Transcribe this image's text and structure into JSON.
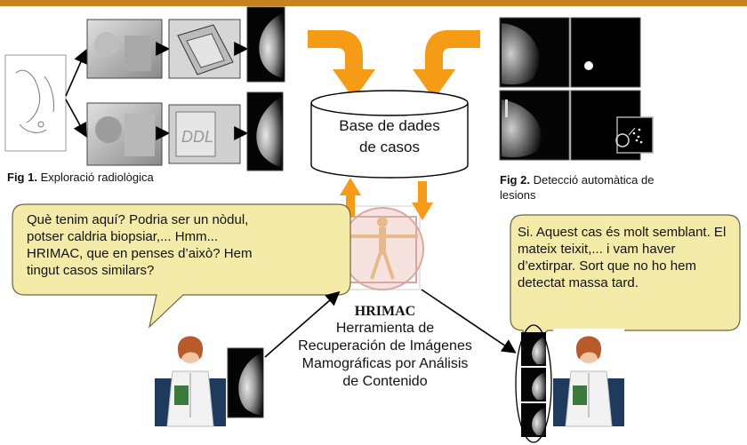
{
  "colors": {
    "accent": "#c8811f",
    "arrow_orange": "#f59b16",
    "bubble_fill": "#f5eba8",
    "bubble_stroke": "#6b6440",
    "doctor_bg": "#1e3a5c"
  },
  "fig1": {
    "label": "Fig 1.",
    "text": "Exploració radiològica"
  },
  "fig2": {
    "label": "Fig 2.",
    "text_line1": "Detecció automàtica de",
    "text_line2": "lesions"
  },
  "database": {
    "line1": "Base de dades",
    "line2": "de casos"
  },
  "bubble_left": {
    "line1": "Què tenim aquí? Podria ser un nòdul,",
    "line2": "potser caldria biopsiar,...  Hmm...",
    "line3": "HRIMAC, que en penses d’això? Hem",
    "line4": "tingut  casos similars?"
  },
  "bubble_right": {
    "line1": "Si. Aquest cas és molt semblant. El",
    "line2": "mateix teixit,... i vam haver",
    "line3": "d’extirpar. Sort que no ho hem",
    "line4": "detectat massa tard."
  },
  "hrimac": {
    "title": "HRIMAC",
    "line1": "Herramienta de",
    "line2": "Recuperación de Imágenes",
    "line3": "Mamográficas por Análisis",
    "line4": "de Contenido"
  },
  "icons": [
    "body-sketch-icon",
    "mammogram-icon",
    "doctor-icon",
    "vitruvian-man-icon",
    "curved-arrow-icon"
  ]
}
